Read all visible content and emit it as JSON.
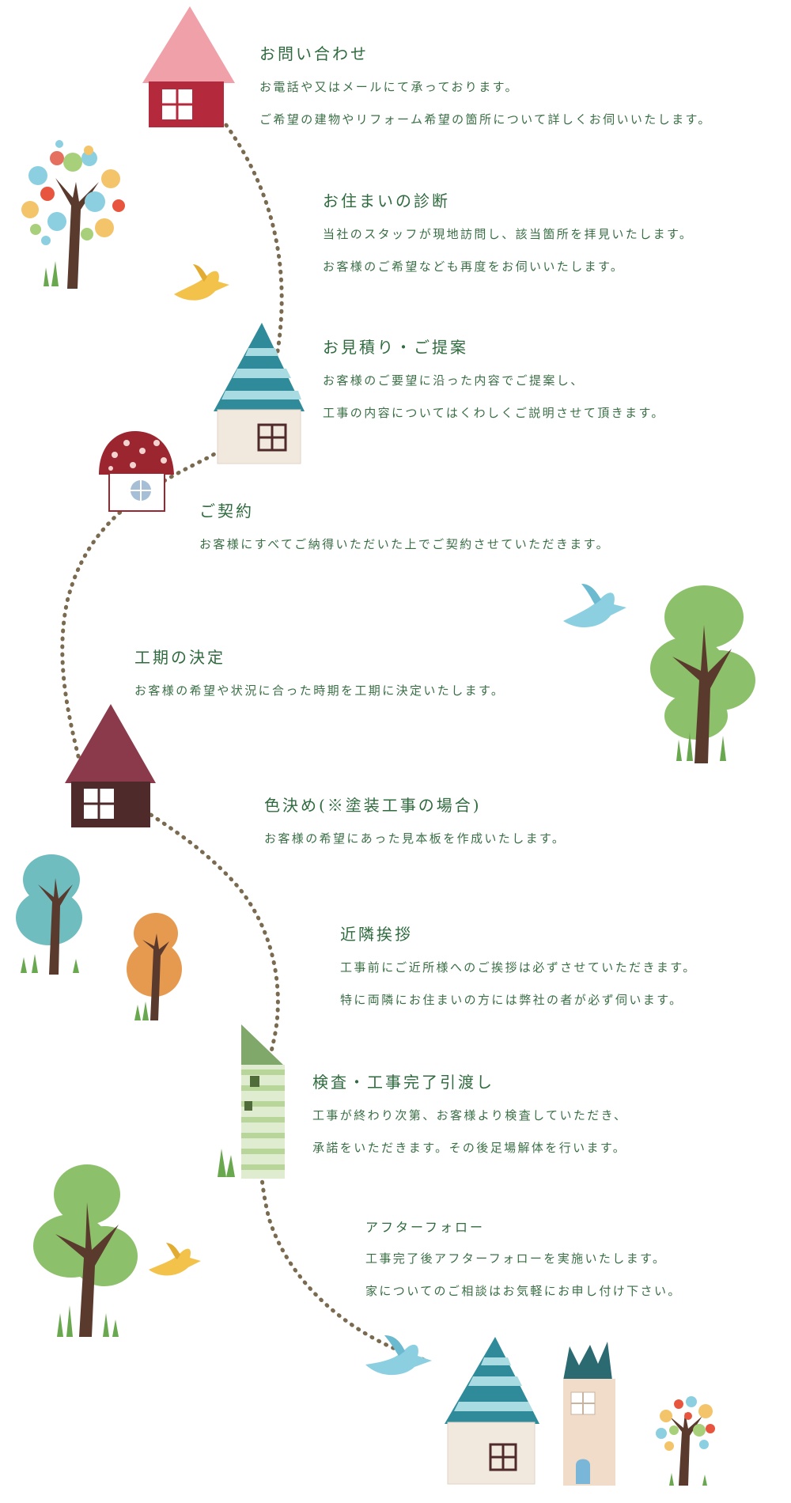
{
  "colors": {
    "text_green": "#2f6b3e",
    "path_brown": "#7a6a4f",
    "roof_pink": "#f0a0a8",
    "wall_red": "#b42a3c",
    "roof_teal": "#2f8a9a",
    "mushroom_red": "#9c2630",
    "roof_maroon": "#8a3a4a",
    "wall_dark": "#4e2a2a",
    "tower_green": "#9cbf7c",
    "bird_yellow": "#f2c24a",
    "bird_blue": "#8ccfe0",
    "tree_trunk": "#5b3a2e"
  },
  "steps": [
    {
      "title": "お問い合わせ",
      "lines": [
        "お電話や又はメールにて承っております。",
        "ご希望の建物やリフォーム希望の箇所について詳しくお伺いいたします。"
      ]
    },
    {
      "title": "お住まいの診断",
      "lines": [
        "当社のスタッフが現地訪問し、該当箇所を拝見いたします。",
        "お客様のご希望なども再度をお伺いいたします。"
      ]
    },
    {
      "title": "お見積り・ご提案",
      "lines": [
        "お客様のご要望に沿った内容でご提案し、",
        "工事の内容についてはくわしくご説明させて頂きます。"
      ]
    },
    {
      "title": "ご契約",
      "lines": [
        "お客様にすべてご納得いただいた上でご契約させていただきます。"
      ]
    },
    {
      "title": "工期の決定",
      "lines": [
        "お客様の希望や状況に合った時期を工期に決定いたします。"
      ]
    },
    {
      "title": "色決め(※塗装工事の場合)",
      "lines": [
        "お客様の希望にあった見本板を作成いたします。"
      ]
    },
    {
      "title": "近隣挨拶",
      "lines": [
        "工事前にご近所様へのご挨拶は必ずさせていただきます。",
        "特に両隣にお住まいの方には弊社の者が必ず伺います。"
      ]
    },
    {
      "title": "検査・工事完了引渡し",
      "lines": [
        "工事が終わり次第、お客様より検査していただき、",
        "承諾をいただきます。その後足場解体を行います。"
      ]
    },
    {
      "title": "アフターフォロー",
      "lines": [
        "工事完了後アフターフォローを実施いたします。",
        "家についてのご相談はお気軽にお申し付け下さい。"
      ]
    }
  ]
}
